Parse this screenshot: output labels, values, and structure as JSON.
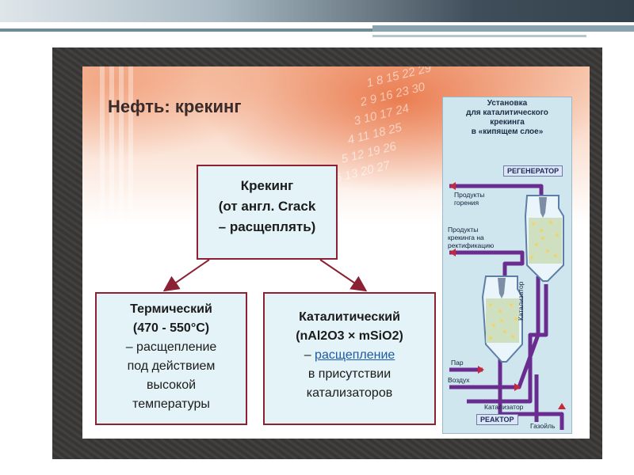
{
  "colors": {
    "box_border": "#8a2233",
    "box_fill": "#e4f3f8",
    "pipe": "#6a2d8f",
    "title": "#3a2a2a"
  },
  "slide": {
    "title": "Нефть: крекинг"
  },
  "main_box": {
    "lines": [
      "Крекинг",
      "(от англ. Crack",
      "– расщеплять)"
    ]
  },
  "thermal_box": {
    "lines": [
      "Термический",
      "(470 - 550°С)",
      "– расщепление",
      "под действием",
      "высокой",
      "температуры"
    ]
  },
  "catalytic_box": {
    "title": "Каталитический",
    "formula": "(nAl2O3 × mSiO2)",
    "dash": "– ",
    "link": "расщепление",
    "lines": [
      "в присутствии",
      "катализаторов"
    ]
  },
  "equipment": {
    "title_lines": [
      "Установка",
      "для каталитического",
      "крекинга",
      "в «кипящем слое»"
    ],
    "regenerator": "РЕГЕНЕРАТОР",
    "reactor": "РЕАКТОР",
    "combustion_products": [
      "Продукты",
      "горения"
    ],
    "cracking_products": [
      "Продукты",
      "крекинга на",
      "ректификацию"
    ],
    "catalyst_vertical": "Катализатор",
    "steam": "Пар",
    "air": "Воздух",
    "catalyst": "Катализатор",
    "gasoil": "Газойль"
  },
  "background_numbers": [
    "1 8 15 22 29",
    "2 9 16 23 30",
    "3 10 17 24",
    "4 11 18 25",
    "5 12 19 26",
    "6 13 20 27"
  ]
}
